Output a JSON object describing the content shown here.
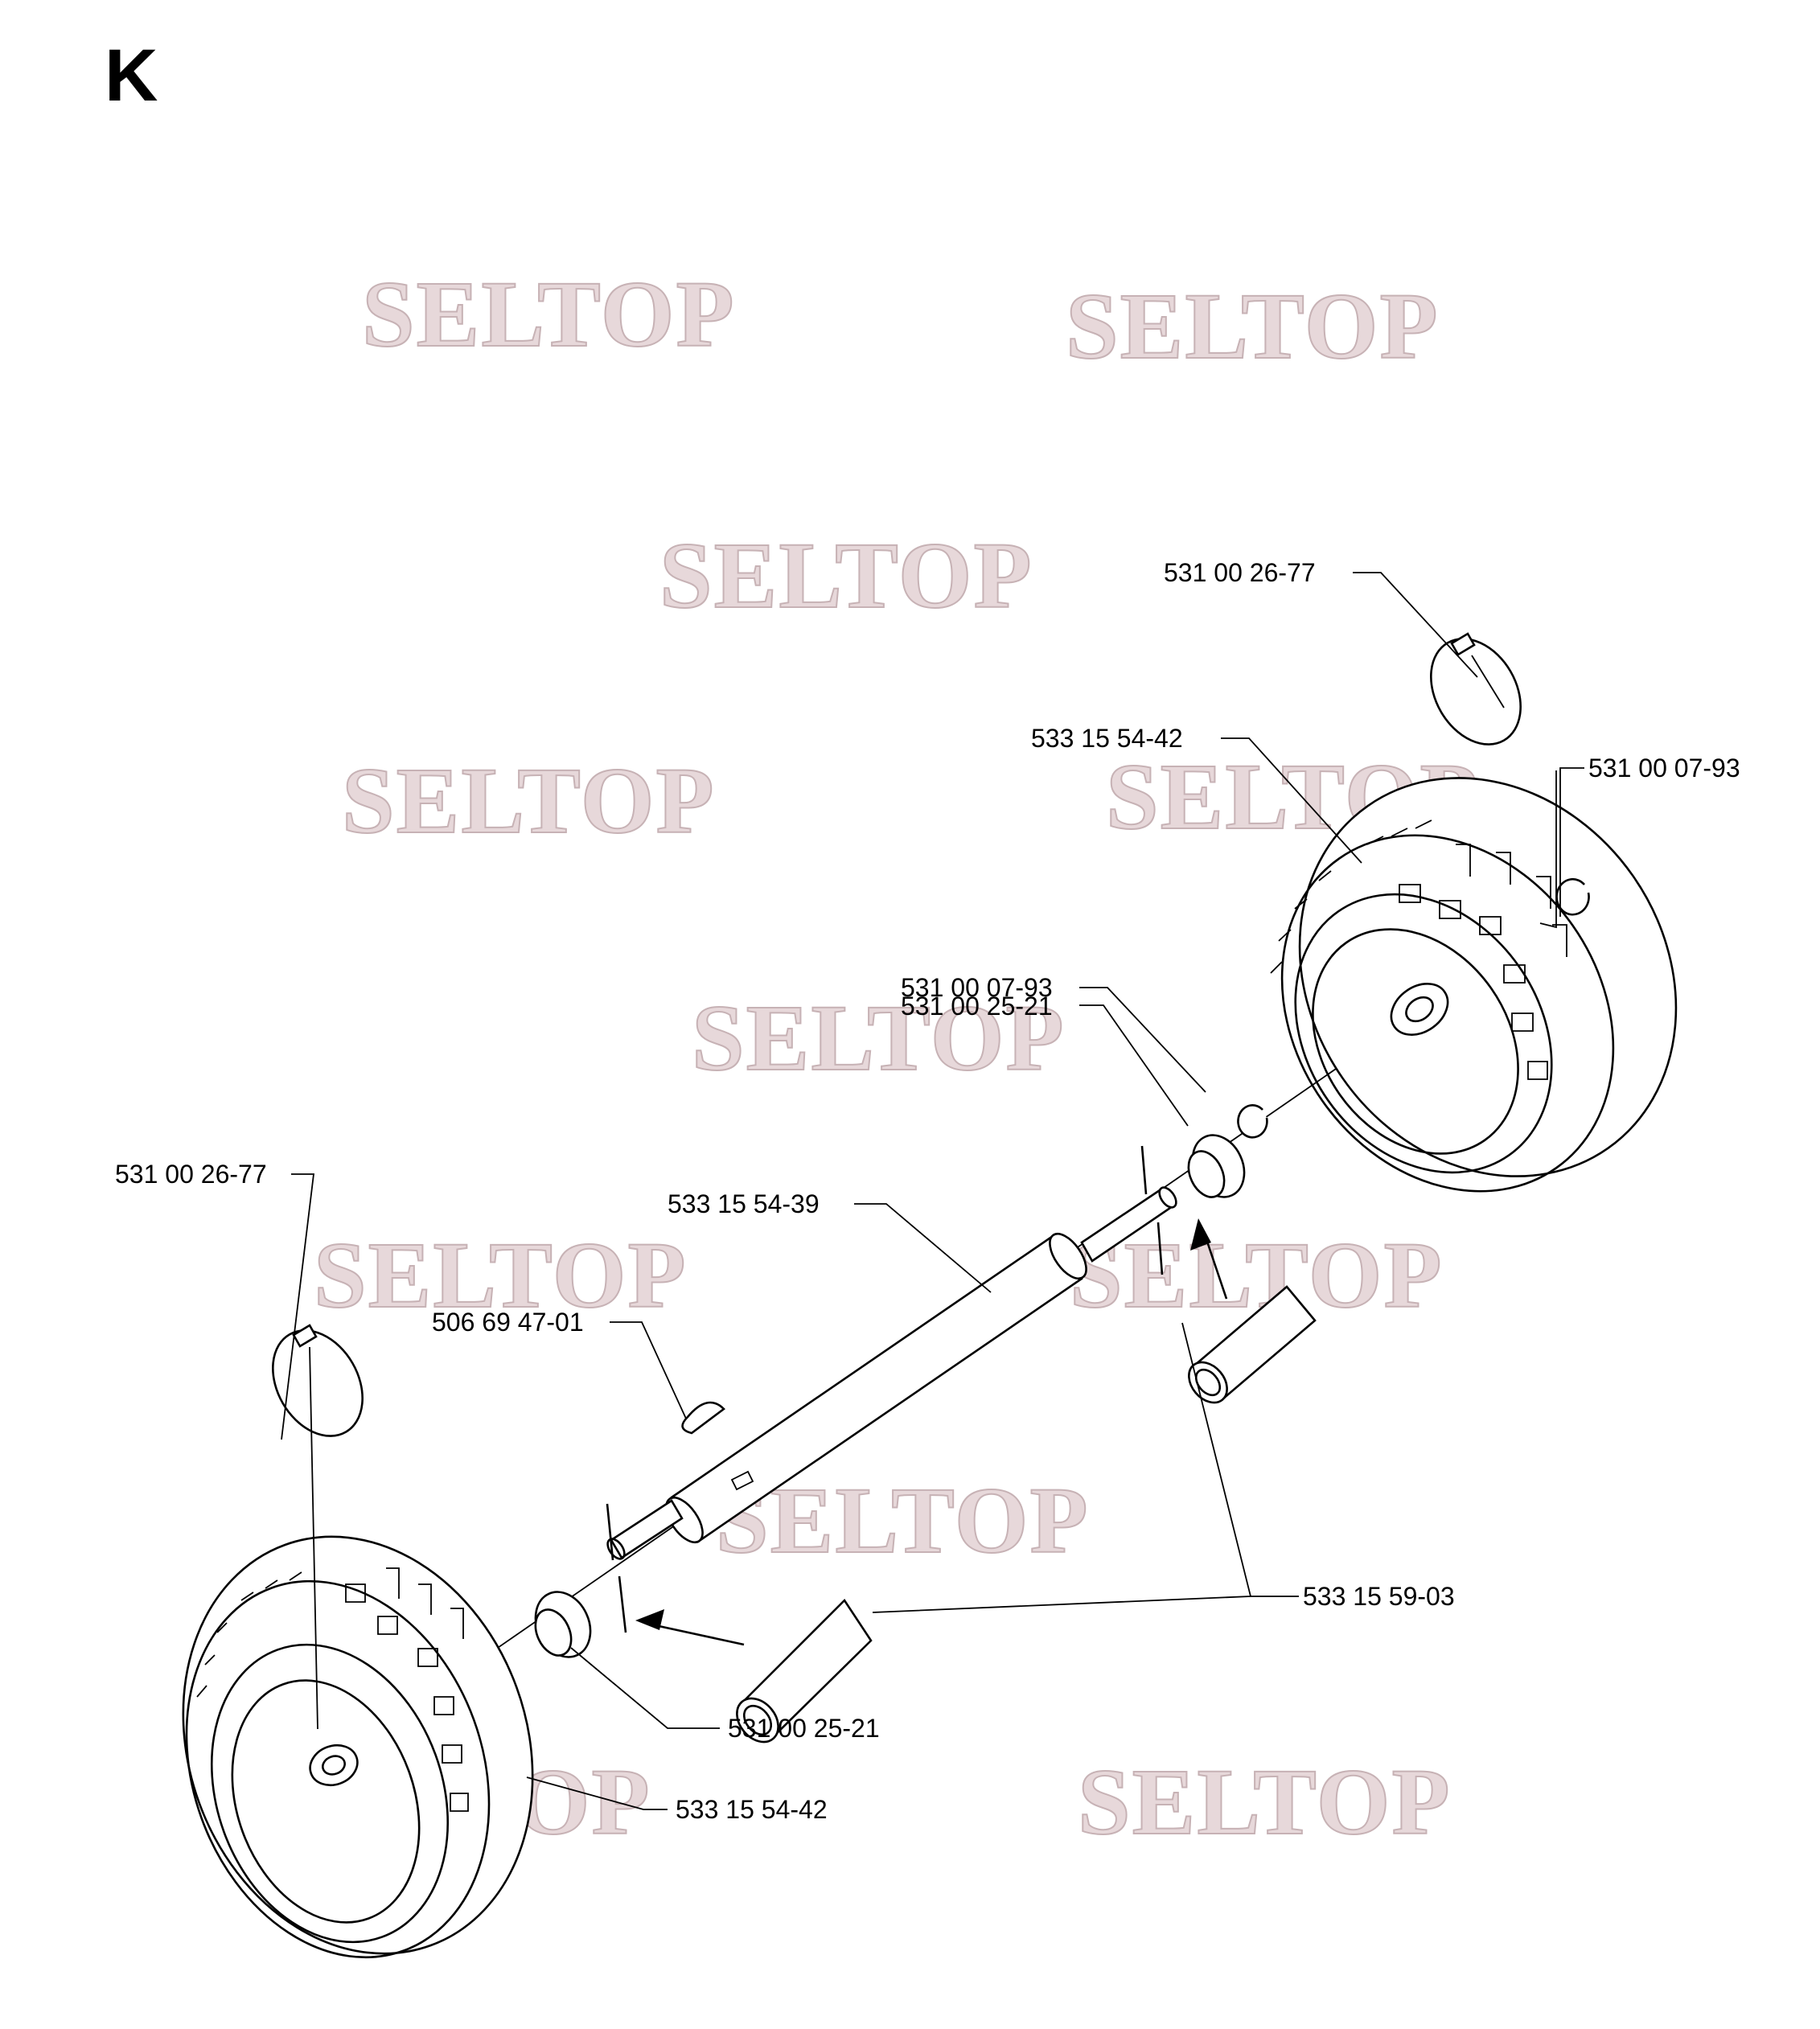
{
  "section_letter": "K",
  "watermark_text": "SELTOP",
  "labels": {
    "pin_right": "531 00 26-77",
    "wheel_right": "533 15 54-42",
    "ring_right_outer": "531 00 07-93",
    "ring_right_inner": "531 00 07-93",
    "bushing_right": "531 00 25-21",
    "pin_left": "531 00 26-77",
    "axle": "533 15 54-39",
    "key": "506 69 47-01",
    "spacer": "533 15 59-03",
    "bushing_left": "531 00 25-21",
    "wheel_left": "533 15 54-42"
  },
  "colors": {
    "line": "#000000",
    "watermark_fill": "#e7d8da",
    "background": "#ffffff"
  }
}
